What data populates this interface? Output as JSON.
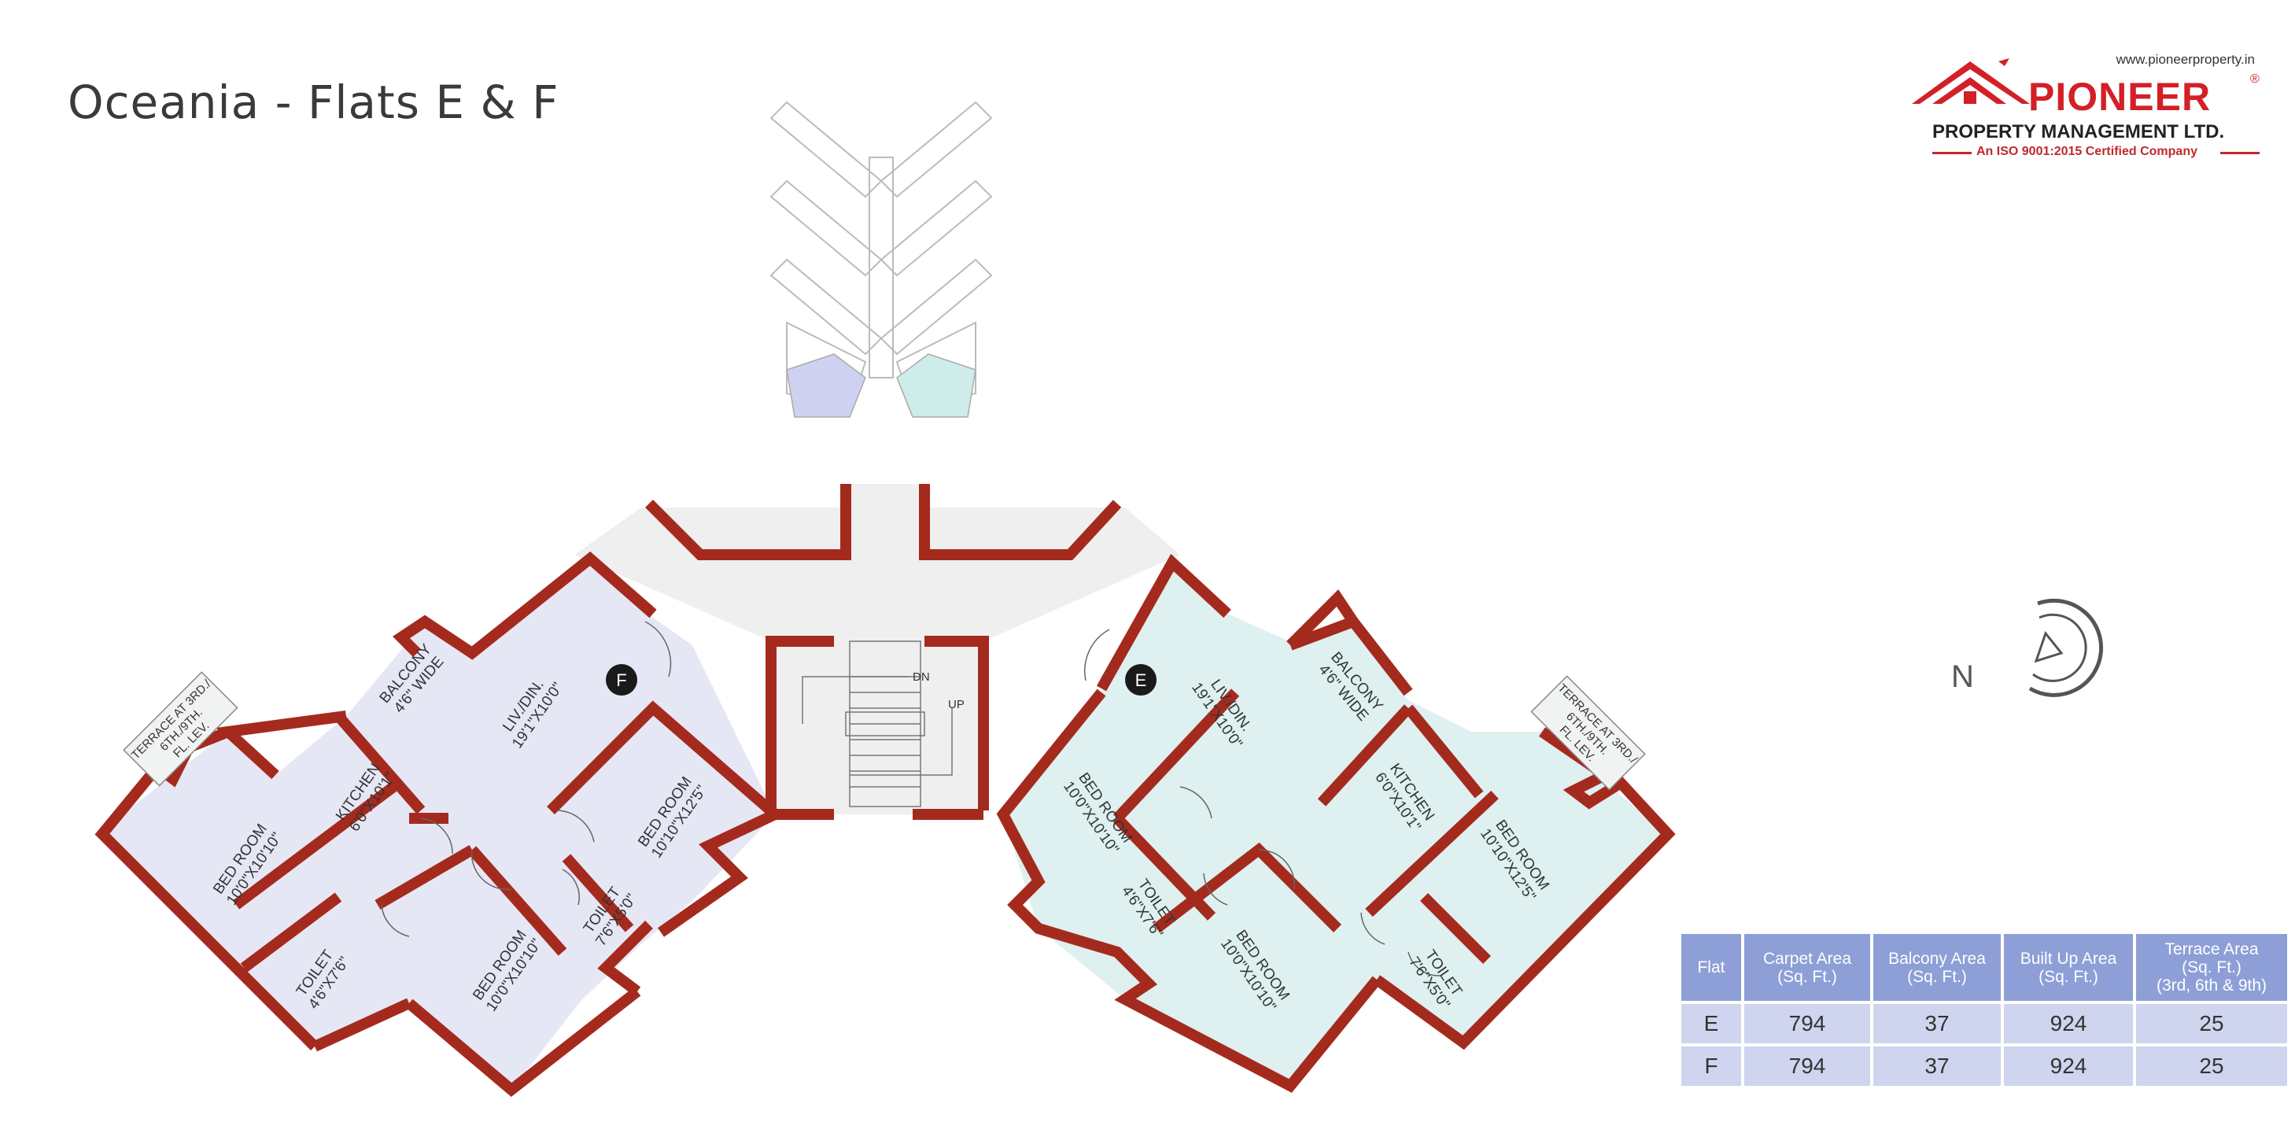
{
  "title": "Oceania - Flats E & F",
  "logo": {
    "url": "www.pioneerproperty.in",
    "name": "PIONEER",
    "registered": "®",
    "subtitle": "PROPERTY MANAGEMENT LTD.",
    "certification": "An ISO 9001:2015 Certified Company"
  },
  "compass": {
    "label": "N"
  },
  "plan": {
    "flat_f": {
      "marker": "F",
      "rooms": {
        "terrace": [
          "TERRACE AT 3RD./",
          "6TH./9TH.",
          "FL. LEV."
        ],
        "balcony": [
          "BALCONY",
          "4'6\" WIDE"
        ],
        "kitchen": [
          "KITCHEN",
          "6'0\"X10'1\""
        ],
        "living": [
          "LIV./DIN.",
          "19'1\"X10'0\""
        ],
        "bed1": [
          "BED ROOM",
          "10'0\"X10'10\""
        ],
        "bed2": [
          "BED ROOM",
          "10'10\"X12'5\""
        ],
        "bed3": [
          "BED ROOM",
          "10'0\"X10'10\""
        ],
        "toilet1": [
          "TOILET",
          "4'6\"X7'6\""
        ],
        "toilet2": [
          "TOILET",
          "7'6\"X5'0\""
        ]
      }
    },
    "flat_e": {
      "marker": "E",
      "rooms": {
        "terrace": [
          "TERRACE AT 3RD./",
          "6TH./9TH.",
          "FL. LEV."
        ],
        "balcony": [
          "BALCONY",
          "4'6\" WIDE"
        ],
        "kitchen": [
          "KITCHEN",
          "6'0\"X10'1\""
        ],
        "living": [
          "LIV./DIN.",
          "19'1\"X10'0\""
        ],
        "bed1": [
          "BED ROOM",
          "10'0\"X10'10\""
        ],
        "bed2": [
          "BED ROOM",
          "10'10\"X12'5\""
        ],
        "bed3": [
          "BED ROOM",
          "10'0\"X10'10\""
        ],
        "toilet1": [
          "TOILET",
          "4'6\"X7'6\""
        ],
        "toilet2": [
          "TOILET",
          "7'6\"X5'0\""
        ]
      }
    },
    "stairs": {
      "down": "DN",
      "up": "UP"
    }
  },
  "area_table": {
    "headers": [
      [
        "Flat"
      ],
      [
        "Carpet Area",
        "(Sq. Ft.)"
      ],
      [
        "Balcony Area",
        "(Sq. Ft.)"
      ],
      [
        "Built Up Area",
        "(Sq. Ft.)"
      ],
      [
        "Terrace Area",
        "(Sq. Ft.)",
        "(3rd, 6th & 9th)"
      ]
    ],
    "rows": [
      [
        "E",
        "794",
        "37",
        "924",
        "25"
      ],
      [
        "F",
        "794",
        "37",
        "924",
        "25"
      ]
    ]
  },
  "colors": {
    "wall": "#a52a1e",
    "flat_f_fill": "#e6e7f5",
    "flat_e_fill": "#def0f0",
    "corridor_fill": "#efefef",
    "table_header": "#8d9fd6",
    "table_cell": "#cfd5ee",
    "brand_red": "#d32027"
  }
}
